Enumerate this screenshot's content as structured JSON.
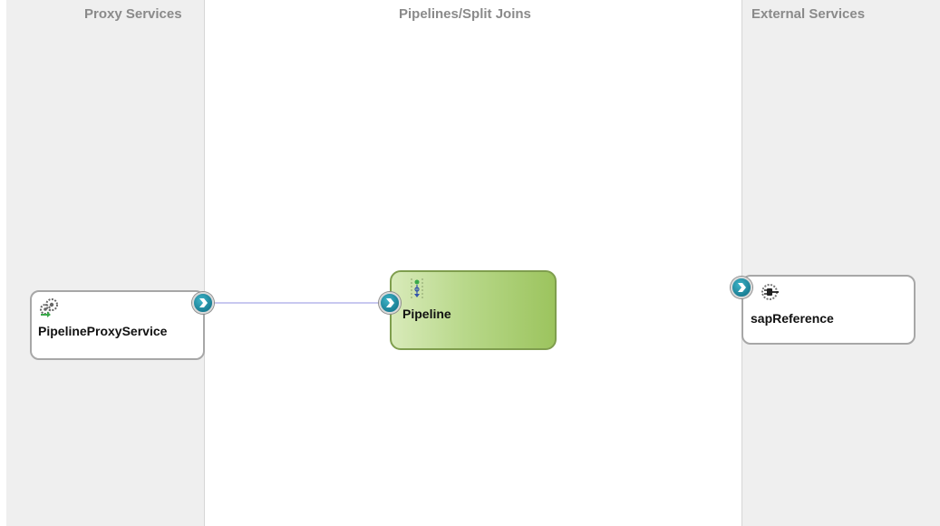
{
  "lanes": {
    "left": {
      "title": "Proxy Services"
    },
    "middle": {
      "title": "Pipelines/Split Joins"
    },
    "right": {
      "title": "External Services"
    }
  },
  "nodes": {
    "proxy": {
      "label": "PipelineProxyService",
      "icon": "proxy-service-gears-icon"
    },
    "pipeline": {
      "label": "Pipeline",
      "icon": "pipeline-flow-icon",
      "fill": "#a9cf74"
    },
    "external": {
      "label": "sapReference",
      "icon": "business-reference-plug-icon"
    }
  },
  "connector": {
    "from": "PipelineProxyService",
    "to": "Pipeline",
    "color": "#c8c8f0"
  },
  "colors": {
    "lane_bg": "#efefef",
    "port": "#1a8fa6",
    "pipeline_border": "#7f9e4e"
  }
}
